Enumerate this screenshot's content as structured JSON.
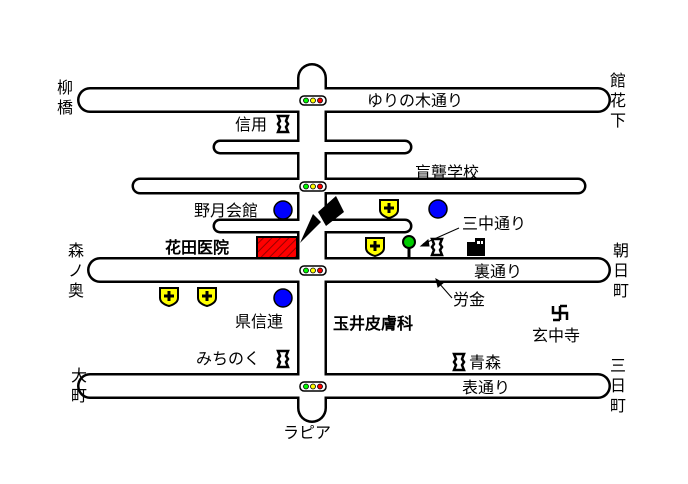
{
  "streets": {
    "yurinoki": "ゆりの木通り",
    "urad": "裏通り",
    "omote": "表通り",
    "sanchu": "三中通り"
  },
  "places": {
    "clinic": "花田医院",
    "yatsuki": "野月会館",
    "shinyo": "信用",
    "moujin": "盲聾学校",
    "kenshinren": "県信連",
    "michinoku": "みちのく",
    "tamai": "玉井皮膚科",
    "roukin": "労金",
    "genchuji": "玄中寺",
    "aomori": "青森",
    "lapia": "ラピア"
  },
  "edge_labels": {
    "yanagibashi": [
      "柳",
      "橋"
    ],
    "kanbashita": [
      "館",
      "花",
      "下"
    ],
    "morinooku": [
      "森",
      "ノ",
      "奥"
    ],
    "asahimachi": [
      "朝",
      "日",
      "町"
    ],
    "omachi": [
      "大",
      "町"
    ],
    "mikkamachi": [
      "三",
      "日",
      "町"
    ]
  },
  "colors": {
    "clinic_fill": "#ff0000",
    "clinic_hatch": "#990000",
    "bank_marker": "#0000ff",
    "hospital_marker": "#ffff00",
    "tree": "#00cc00",
    "signal_red": "#ff0000",
    "signal_green": "#00ff00",
    "signal_yellow": "#ffff00"
  },
  "icons": {
    "hospital": "hospital-cross-icon",
    "bank": "bank-circle-icon",
    "post": "post-office-icon",
    "temple": "manji-temple-icon",
    "school": "school-tree-icon",
    "building": "building-icon",
    "signal": "traffic-signal-icon",
    "arrow": "location-arrow-icon"
  }
}
